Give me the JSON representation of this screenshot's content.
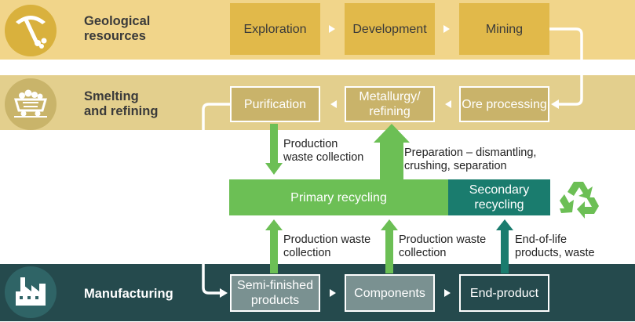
{
  "bands": {
    "geological": {
      "label_line1": "Geological",
      "label_line2": "resources",
      "icon": "pickaxe-icon"
    },
    "smelting": {
      "label_line1": "Smelting",
      "label_line2": "and refining",
      "icon": "mine-cart-icon"
    },
    "manufacturing": {
      "label": "Manufacturing",
      "icon": "factory-icon"
    }
  },
  "geological_steps": [
    "Exploration",
    "Development",
    "Mining"
  ],
  "smelting_steps": {
    "purification": "Purification",
    "metallurgy_line1": "Metallurgy/",
    "metallurgy_line2": "refining",
    "ore_processing": "Ore processing"
  },
  "recycling": {
    "primary": "Primary recycling",
    "secondary_line1": "Secondary",
    "secondary_line2": "recycling",
    "icon": "recycle-icon"
  },
  "manufacturing_steps": {
    "semi_line1": "Semi-finished",
    "semi_line2": "products",
    "components": "Components",
    "end_product": "End-product"
  },
  "annotations": {
    "production_waste_top_line1": "Production",
    "production_waste_top_line2": "waste collection",
    "preparation_line1": "Preparation – dismantling,",
    "preparation_line2": "crushing, separation",
    "pw_left_line1": "Production waste",
    "pw_left_line2": "collection",
    "pw_mid_line1": "Production waste",
    "pw_mid_line2": "collection",
    "eol_line1": "End-of-life",
    "eol_line2": "products, waste"
  },
  "colors": {
    "geo_band": "#f1d58a",
    "geo_box": "#e1b94a",
    "smelt_band": "#e3cf8d",
    "smelt_box": "#c9b36a",
    "manufacturing_band": "#254a4d",
    "primary_green": "#6cbf55",
    "secondary_teal": "#1a7c6e"
  }
}
